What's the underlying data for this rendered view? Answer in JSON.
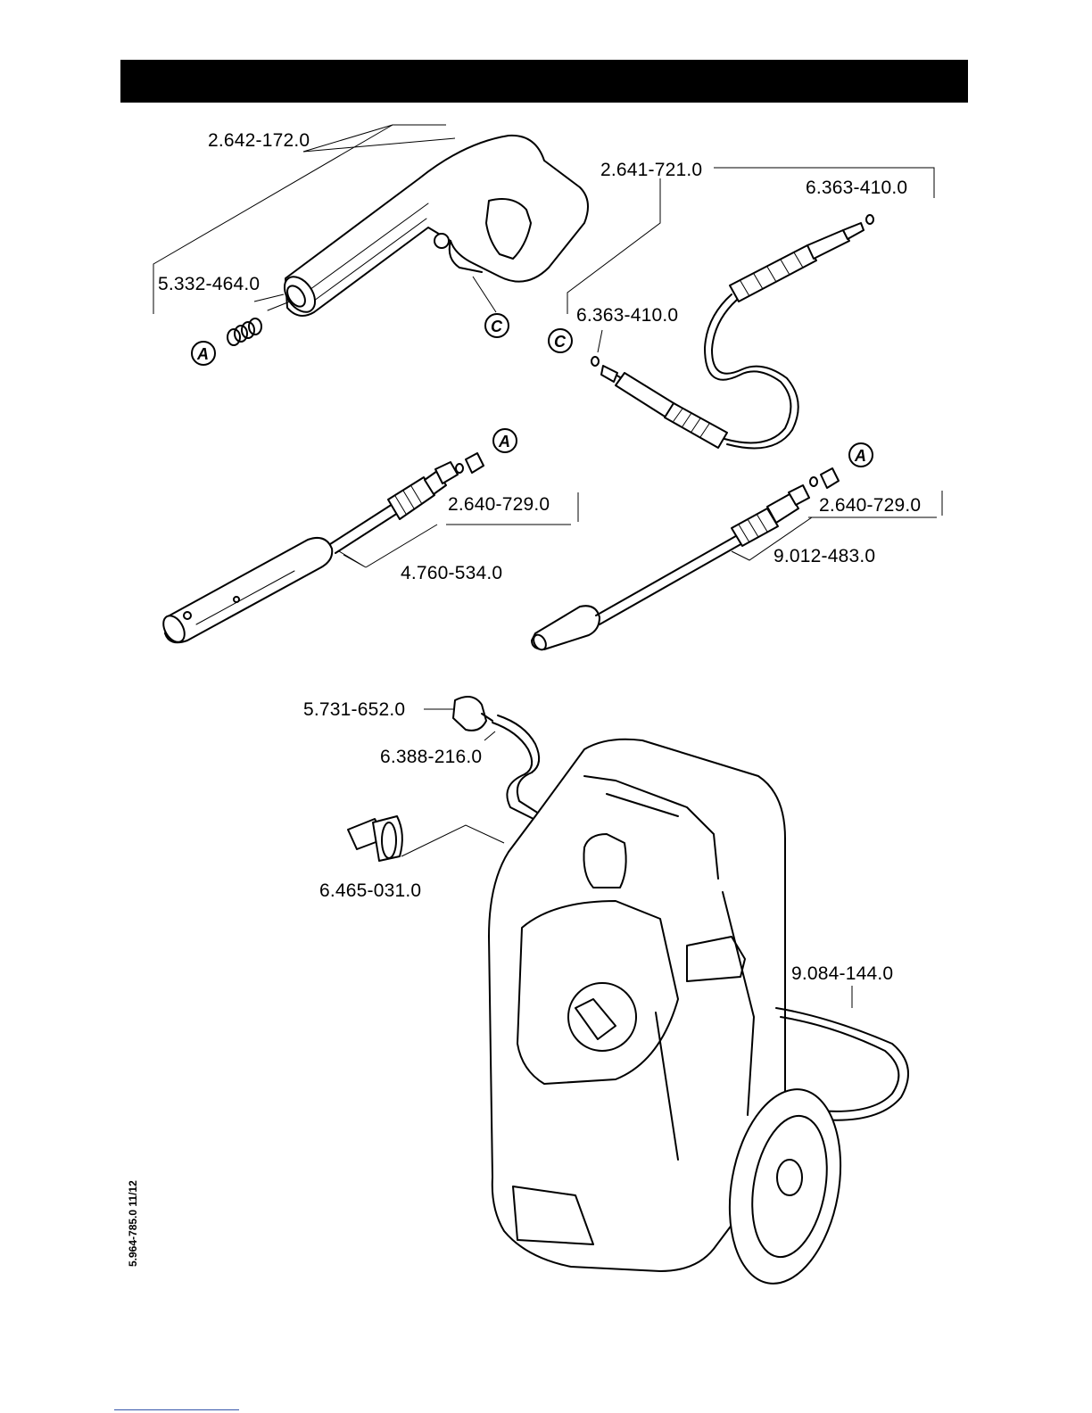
{
  "parts": [
    {
      "id": "p1",
      "number": "2.642-172.0"
    },
    {
      "id": "p2",
      "number": "5.332-464.0"
    },
    {
      "id": "p3",
      "number": "2.641-721.0"
    },
    {
      "id": "p4",
      "number": "6.363-410.0"
    },
    {
      "id": "p5",
      "number": "6.363-410.0"
    },
    {
      "id": "p6",
      "number": "2.640-729.0"
    },
    {
      "id": "p7",
      "number": "4.760-534.0"
    },
    {
      "id": "p8",
      "number": "2.640-729.0"
    },
    {
      "id": "p9",
      "number": "9.012-483.0"
    },
    {
      "id": "p10",
      "number": "5.731-652.0"
    },
    {
      "id": "p11",
      "number": "6.388-216.0"
    },
    {
      "id": "p12",
      "number": "6.465-031.0"
    },
    {
      "id": "p13",
      "number": "9.084-144.0"
    }
  ],
  "callouts": {
    "a": "A",
    "c": "C"
  },
  "document_code": "5.964-785.0  11/12"
}
